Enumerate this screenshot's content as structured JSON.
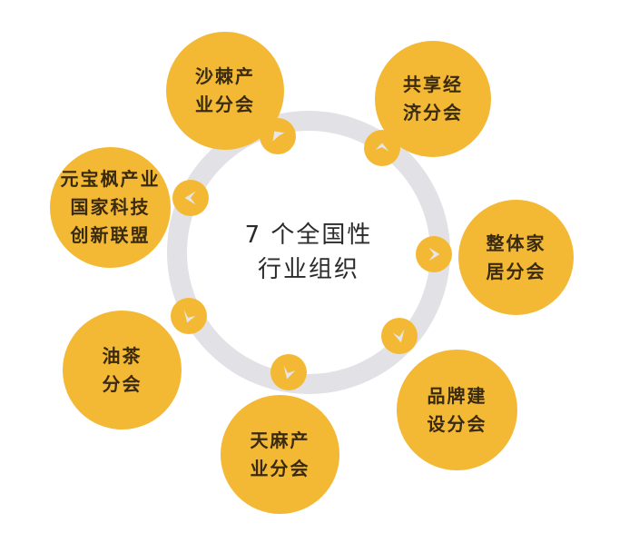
{
  "diagram": {
    "center": {
      "line1": "7 个全国性",
      "line2": "行业组织"
    },
    "nodes": [
      {
        "id": "shaji",
        "line1": "沙棘产",
        "line2": "业分会",
        "line3": null
      },
      {
        "id": "gongxiang",
        "line1": "共享经",
        "line2": "济分会",
        "line3": null
      },
      {
        "id": "yuanbaofeng",
        "line1": "元宝枫产业",
        "line2": "国家科技",
        "line3": "创新联盟"
      },
      {
        "id": "zhengti",
        "line1": "整体家",
        "line2": "居分会",
        "line3": null
      },
      {
        "id": "youcha",
        "line1": "油茶",
        "line2": "分会",
        "line3": null
      },
      {
        "id": "pinpai",
        "line1": "品牌建",
        "line2": "设分会",
        "line3": null
      },
      {
        "id": "tianma",
        "line1": "天麻产",
        "line2": "业分会",
        "line3": null
      }
    ],
    "connector_icons": [
      "chevron-up-left-icon",
      "chevron-up-left-icon",
      "chevron-left-icon",
      "chevron-right-icon",
      "chevron-down-right-icon",
      "chevron-down-left-icon",
      "chevron-down-icon"
    ],
    "colors": {
      "node": "#f3b935",
      "ring": "#e2e2e6",
      "node_text": "#3a2a10",
      "center_text": "#2a2a2a",
      "chevron": "#e6e6ea"
    }
  }
}
